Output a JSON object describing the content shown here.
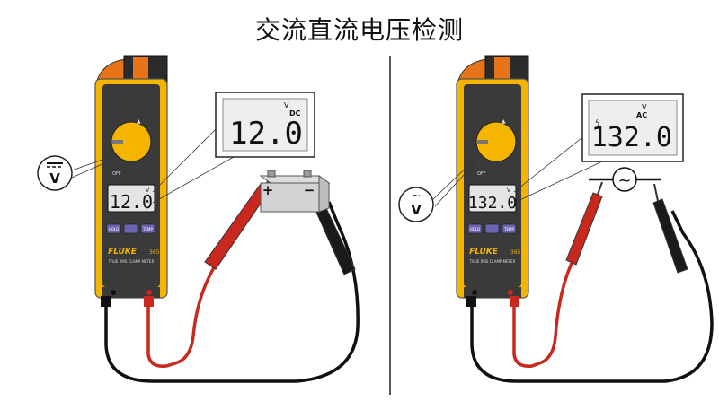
{
  "title": "交流直流电压检测",
  "brand": "FLUKE",
  "model": "365",
  "subtitle": "TRUE RMS CLAMP METER",
  "buttons": [
    "HOLD",
    "",
    "TEMP"
  ],
  "dc_panel": {
    "reading": "12.0",
    "unit": "V",
    "mode": "DC",
    "function_symbol": "V",
    "battery_plus": "+",
    "battery_minus": "−"
  },
  "ac_panel": {
    "reading": "132.0",
    "unit": "V",
    "mode": "AC",
    "function_symbol": "V",
    "source_symbol": "~"
  },
  "colors": {
    "meter_body": "#f4b400",
    "meter_dark": "#2b2b2b",
    "jaw_orange": "#e8741a",
    "lead_red": "#c8281e",
    "lead_black": "#111111",
    "lcd_bg": "#eeeeee",
    "button_purple": "#6d63b3"
  }
}
